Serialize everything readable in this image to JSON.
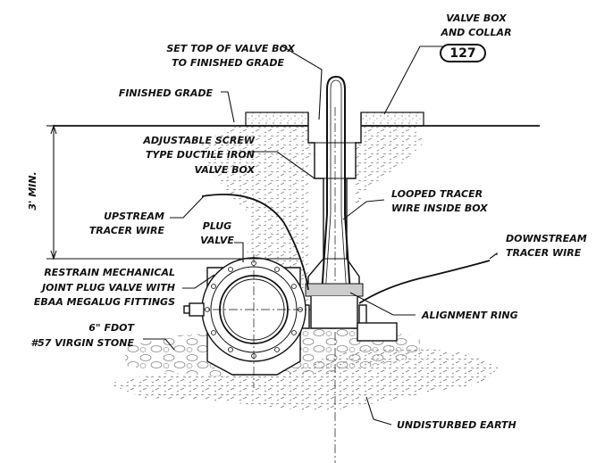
{
  "labels": {
    "valve_box_collar_1": "VALVE BOX",
    "valve_box_collar_2": "AND COLLAR",
    "detail_number": "127",
    "set_top_1": "SET TOP OF VALVE BOX",
    "set_top_2": "TO FINISHED GRADE",
    "finished_grade": "FINISHED GRADE",
    "adjustable_1": "ADJUSTABLE SCREW",
    "adjustable_2": "TYPE DUCTILE IRON",
    "adjustable_3": "VALVE BOX",
    "three_min": "3' MIN.",
    "looped_1": "LOOPED TRACER",
    "looped_2": "WIRE INSIDE BOX",
    "upstream_1": "UPSTREAM",
    "upstream_2": "TRACER WIRE",
    "plug_1": "PLUG",
    "plug_2": "VALVE",
    "downstream_1": "DOWNSTREAM",
    "downstream_2": "TRACER WIRE",
    "restrain_1": "RESTRAIN MECHANICAL",
    "restrain_2": "JOINT PLUG VALVE WITH",
    "restrain_3": "EBAA MEGALUG FITTINGS",
    "alignment_ring": "ALIGNMENT RING",
    "fdot_1": "6\" FDOT",
    "fdot_2": "#57 VIRGIN STONE",
    "undisturbed": "UNDISTURBED EARTH"
  }
}
